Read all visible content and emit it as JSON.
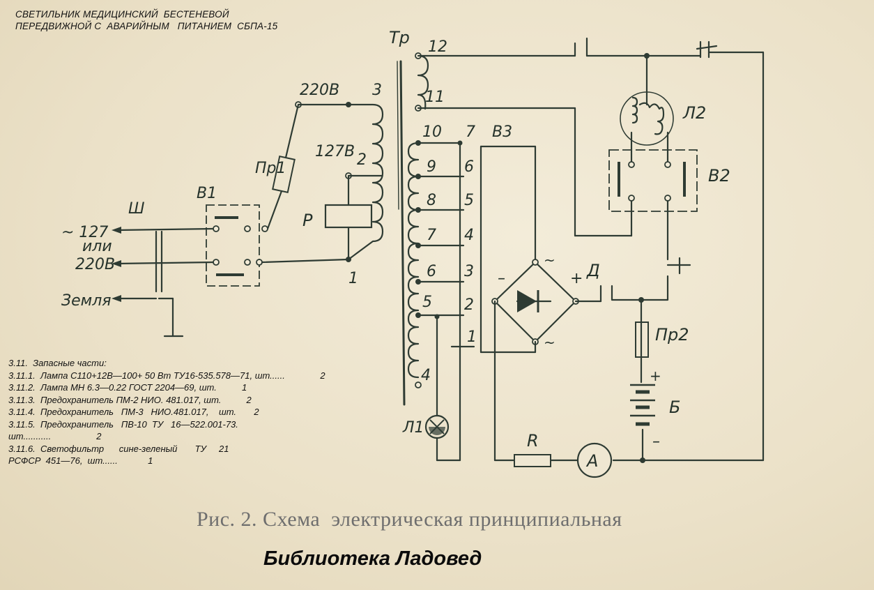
{
  "header": {
    "line1": "СВЕТИЛЬНИК МЕДИЦИНСКИЙ  БЕСТЕНЕВОЙ",
    "line2": "ПЕРЕДВИЖНОЙ С  АВАРИЙНЫМ   ПИТАНИЕМ  СБПА-15"
  },
  "schematic_labels": {
    "transformer": "Тр",
    "tap_12": "12",
    "tap_11": "11",
    "tap_10": "10",
    "tap_9": "9",
    "tap_8": "8",
    "tap_7": "7",
    "tap_6": "6",
    "tap_5": "5",
    "tap_4": "4",
    "tap_3": "3",
    "tap_2": "2",
    "tap_1": "1",
    "sw_7": "7",
    "sw_6": "6",
    "sw_5": "5",
    "sw_4": "4",
    "sw_3": "3",
    "sw_2": "2",
    "sw_1": "1",
    "v220": "220В",
    "v127": "127В",
    "fuse1": "Пр1",
    "fuse2": "Пр2",
    "relay": "Р",
    "switch1": "В1",
    "switch2": "В2",
    "switch3": "В3",
    "plug": "Ш",
    "mains_127": "~ 127",
    "mains_or": "или",
    "mains_220": "220В",
    "ground": "Земля",
    "lamp1": "Л1",
    "lamp2": "Л2",
    "diode_bridge": "Д",
    "battery": "Б",
    "resistor": "R",
    "ammeter": "A",
    "minus": "–",
    "plus": "+",
    "ac_top": "~",
    "ac_bottom": "~",
    "bat_plus": "+",
    "bat_minus": "–"
  },
  "parts": {
    "title": "3.11.  Запасные части:",
    "rows": [
      "3.11.1.  Лампа С110+12В—100+ 50 Вт ТУ16-535.578—71, шт......              2",
      "3.11.2.  Лампа МН 6.3—0.22 ГОСТ 2204—69, шт.          1",
      "3.11.3.  Предохранитель ПМ-2 НИО. 481.017, шт.          2",
      "3.11.4.  Предохранитель   ПМ-3   НИО.481.017,    шт.       2",
      "3.11.5.  Предохранитель   ПВ-10  ТУ   16—522.001-73.",
      "шт...........                  2",
      "3.11.6.  Светофильтр      сине-зеленый       ТУ     21",
      "РСФСР  451—76,  шт......            1"
    ]
  },
  "caption": "Рис. 2. Схема  электрическая принципиальная",
  "footer": "Библиотека Ладовед",
  "colors": {
    "ink": "#2e3b33",
    "paper": "#ede4ce",
    "caption_gray": "#6e6e6e"
  }
}
